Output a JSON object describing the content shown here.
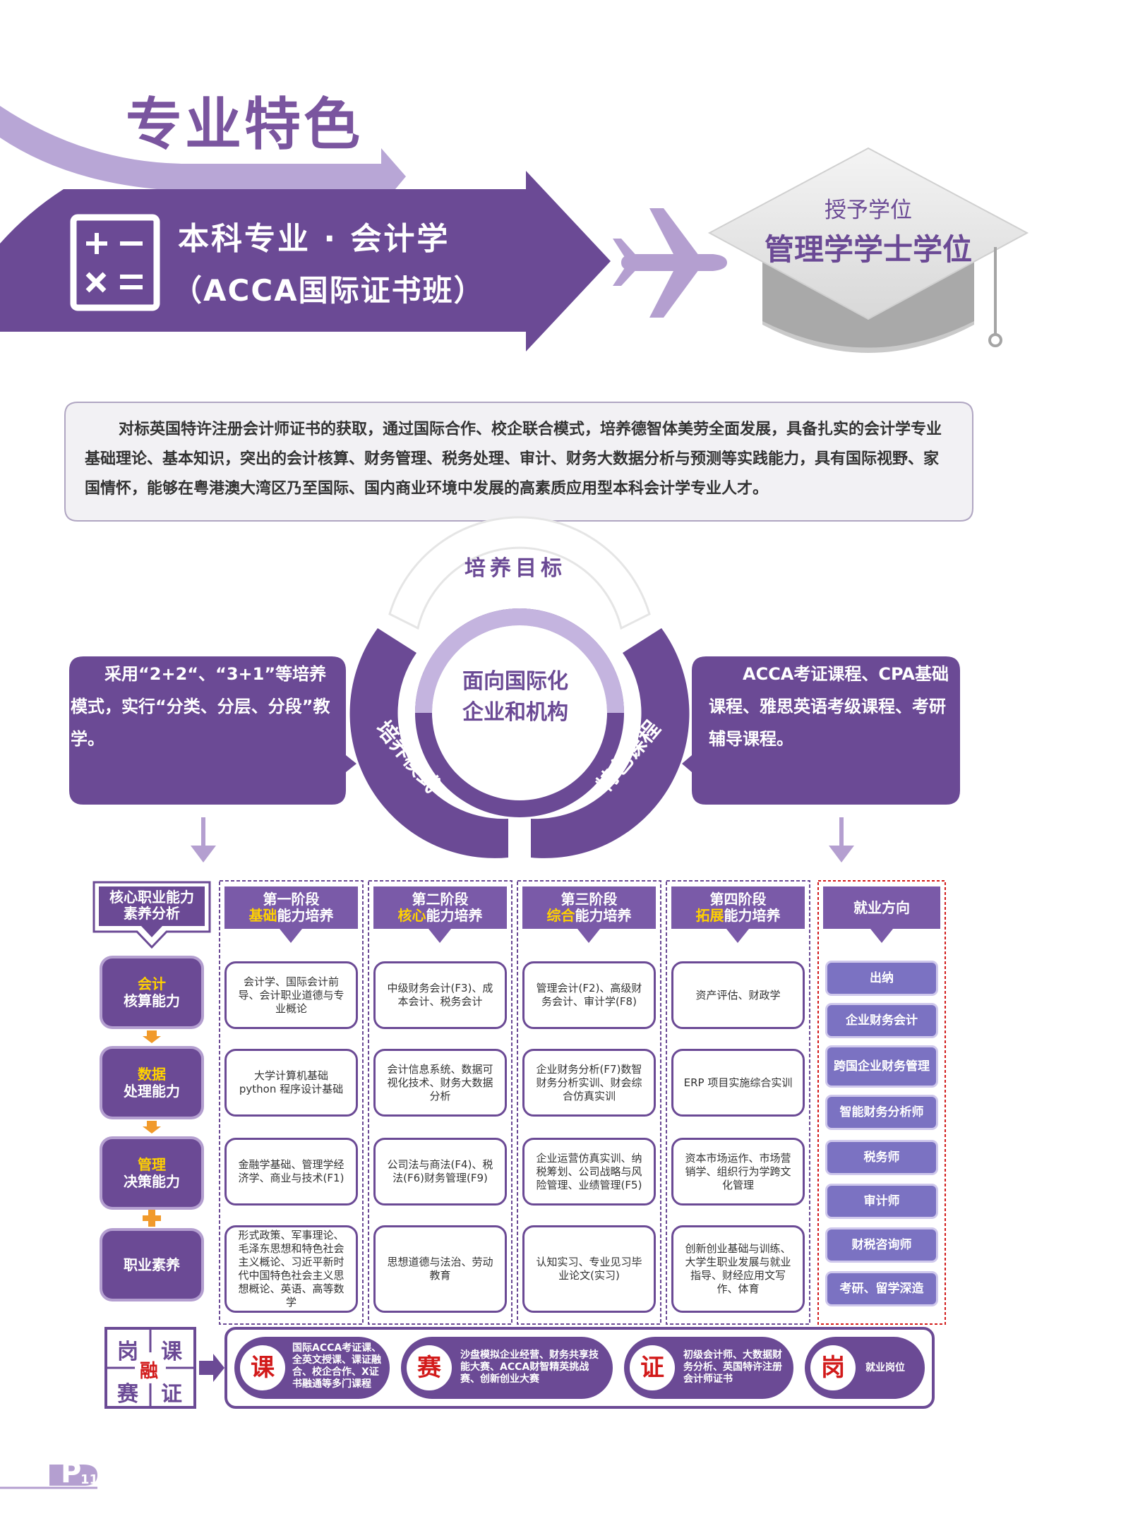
{
  "header": {
    "title": "专业特色"
  },
  "major": {
    "line1": "本科专业 · 会计学",
    "line2": "（ACCA国际证书班）"
  },
  "degree": {
    "label": "授予学位",
    "name": "管理学学士学位"
  },
  "intro": "对标英国特许注册会计师证书的获取，通过国际合作、校企联合模式，培养德智体美劳全面发展，具备扎实的会计学专业基础理论、基本知识，突出的会计核算、财务管理、税务处理、审计、财务大数据分析与预测等实践能力，具有国际视野、家国情怀，能够在粤港澳大湾区乃至国际、国内商业环境中发展的高素质应用型本科会计学专业人才。",
  "wheel": {
    "goal": "培养目标",
    "center": [
      "面向国际化",
      "企业和机构"
    ],
    "left": "培养模式",
    "right": "特色课程"
  },
  "left_box": "采用“2+2“、“3+1”等培养模式，实行“分类、分层、分段”教学。",
  "right_box": "ACCA考证课程、CPA基础课程、雅思英语考级课程、考研辅导课程。",
  "core": {
    "header": [
      "核心职业能力",
      "素养分析"
    ],
    "items": [
      {
        "hl": "会计",
        "rest": "核算能力"
      },
      {
        "hl": "数据",
        "rest": "处理能力"
      },
      {
        "hl": "管理",
        "rest": "决策能力"
      },
      {
        "hl": "",
        "rest": "职业素养"
      }
    ]
  },
  "stages": [
    {
      "title": "第一阶段",
      "hl": "基础",
      "rest": "能力培养",
      "cells": [
        "会计学、国际会计前导、会计职业道德与专业概论",
        "大学计算机基础python 程序设计基础",
        "金融学基础、管理学经济学、商业与技术(F1)",
        "形式政策、军事理论、毛泽东思想和特色社会主义概论、习近平新时代中国特色社会主义思想概论、英语、高等数学"
      ]
    },
    {
      "title": "第二阶段",
      "hl": "核心",
      "rest": "能力培养",
      "cells": [
        "中级财务会计(F3)、成本会计、税务会计",
        "会计信息系统、数据可视化技术、财务大数据分析",
        "公司法与商法(F4)、税法(F6)财务管理(F9)",
        "思想道德与法治、劳动教育"
      ]
    },
    {
      "title": "第三阶段",
      "hl": "综合",
      "rest": "能力培养",
      "cells": [
        "管理会计(F2)、高级财务会计、审计学(F8)",
        "企业财务分析(F7)数智财务分析实训、财会综合仿真实训",
        "企业运营仿真实训、纳税筹划、公司战略与风险管理、业绩管理(F5)",
        "认知实习、专业见习毕业论文(实习)"
      ]
    },
    {
      "title": "第四阶段",
      "hl": "拓展",
      "rest": "能力培养",
      "cells": [
        "资产评估、财政学",
        "ERP 项目实施综合实训",
        "资本市场运作、市场营销学、组织行为学跨文化管理",
        "创新创业基础与训练、大学生职业发展与就业指导、财经应用文写作、体育"
      ]
    }
  ],
  "career": {
    "header": "就业方向",
    "items": [
      "出纳",
      "企业财务会计",
      "跨国企业财务管理",
      "智能财务分析师",
      "税务师",
      "审计师",
      "财税咨询师",
      "考研、留学深造"
    ]
  },
  "integration": {
    "grid": [
      "岗",
      "课",
      "融",
      "赛",
      "证"
    ],
    "items": [
      {
        "char": "课",
        "text": "国际ACCA考证课、全英文授课、课证融合、校企合作、X证书融通等多门课程"
      },
      {
        "char": "赛",
        "text": "沙盘模拟企业经营、财务共享技能大赛、ACCA财智精英挑战赛、创新创业大赛"
      },
      {
        "char": "证",
        "text": "初级会计师、大数据财务分析、英国特许注册会计师证书"
      },
      {
        "char": "岗",
        "text": "就业岗位"
      }
    ]
  },
  "page": {
    "letter": "P",
    "number": "11"
  },
  "colors": {
    "purple": "#6b4a95",
    "light_purple": "#b49fd0",
    "highlight": "#ffd100",
    "red": "#d21a1a"
  }
}
